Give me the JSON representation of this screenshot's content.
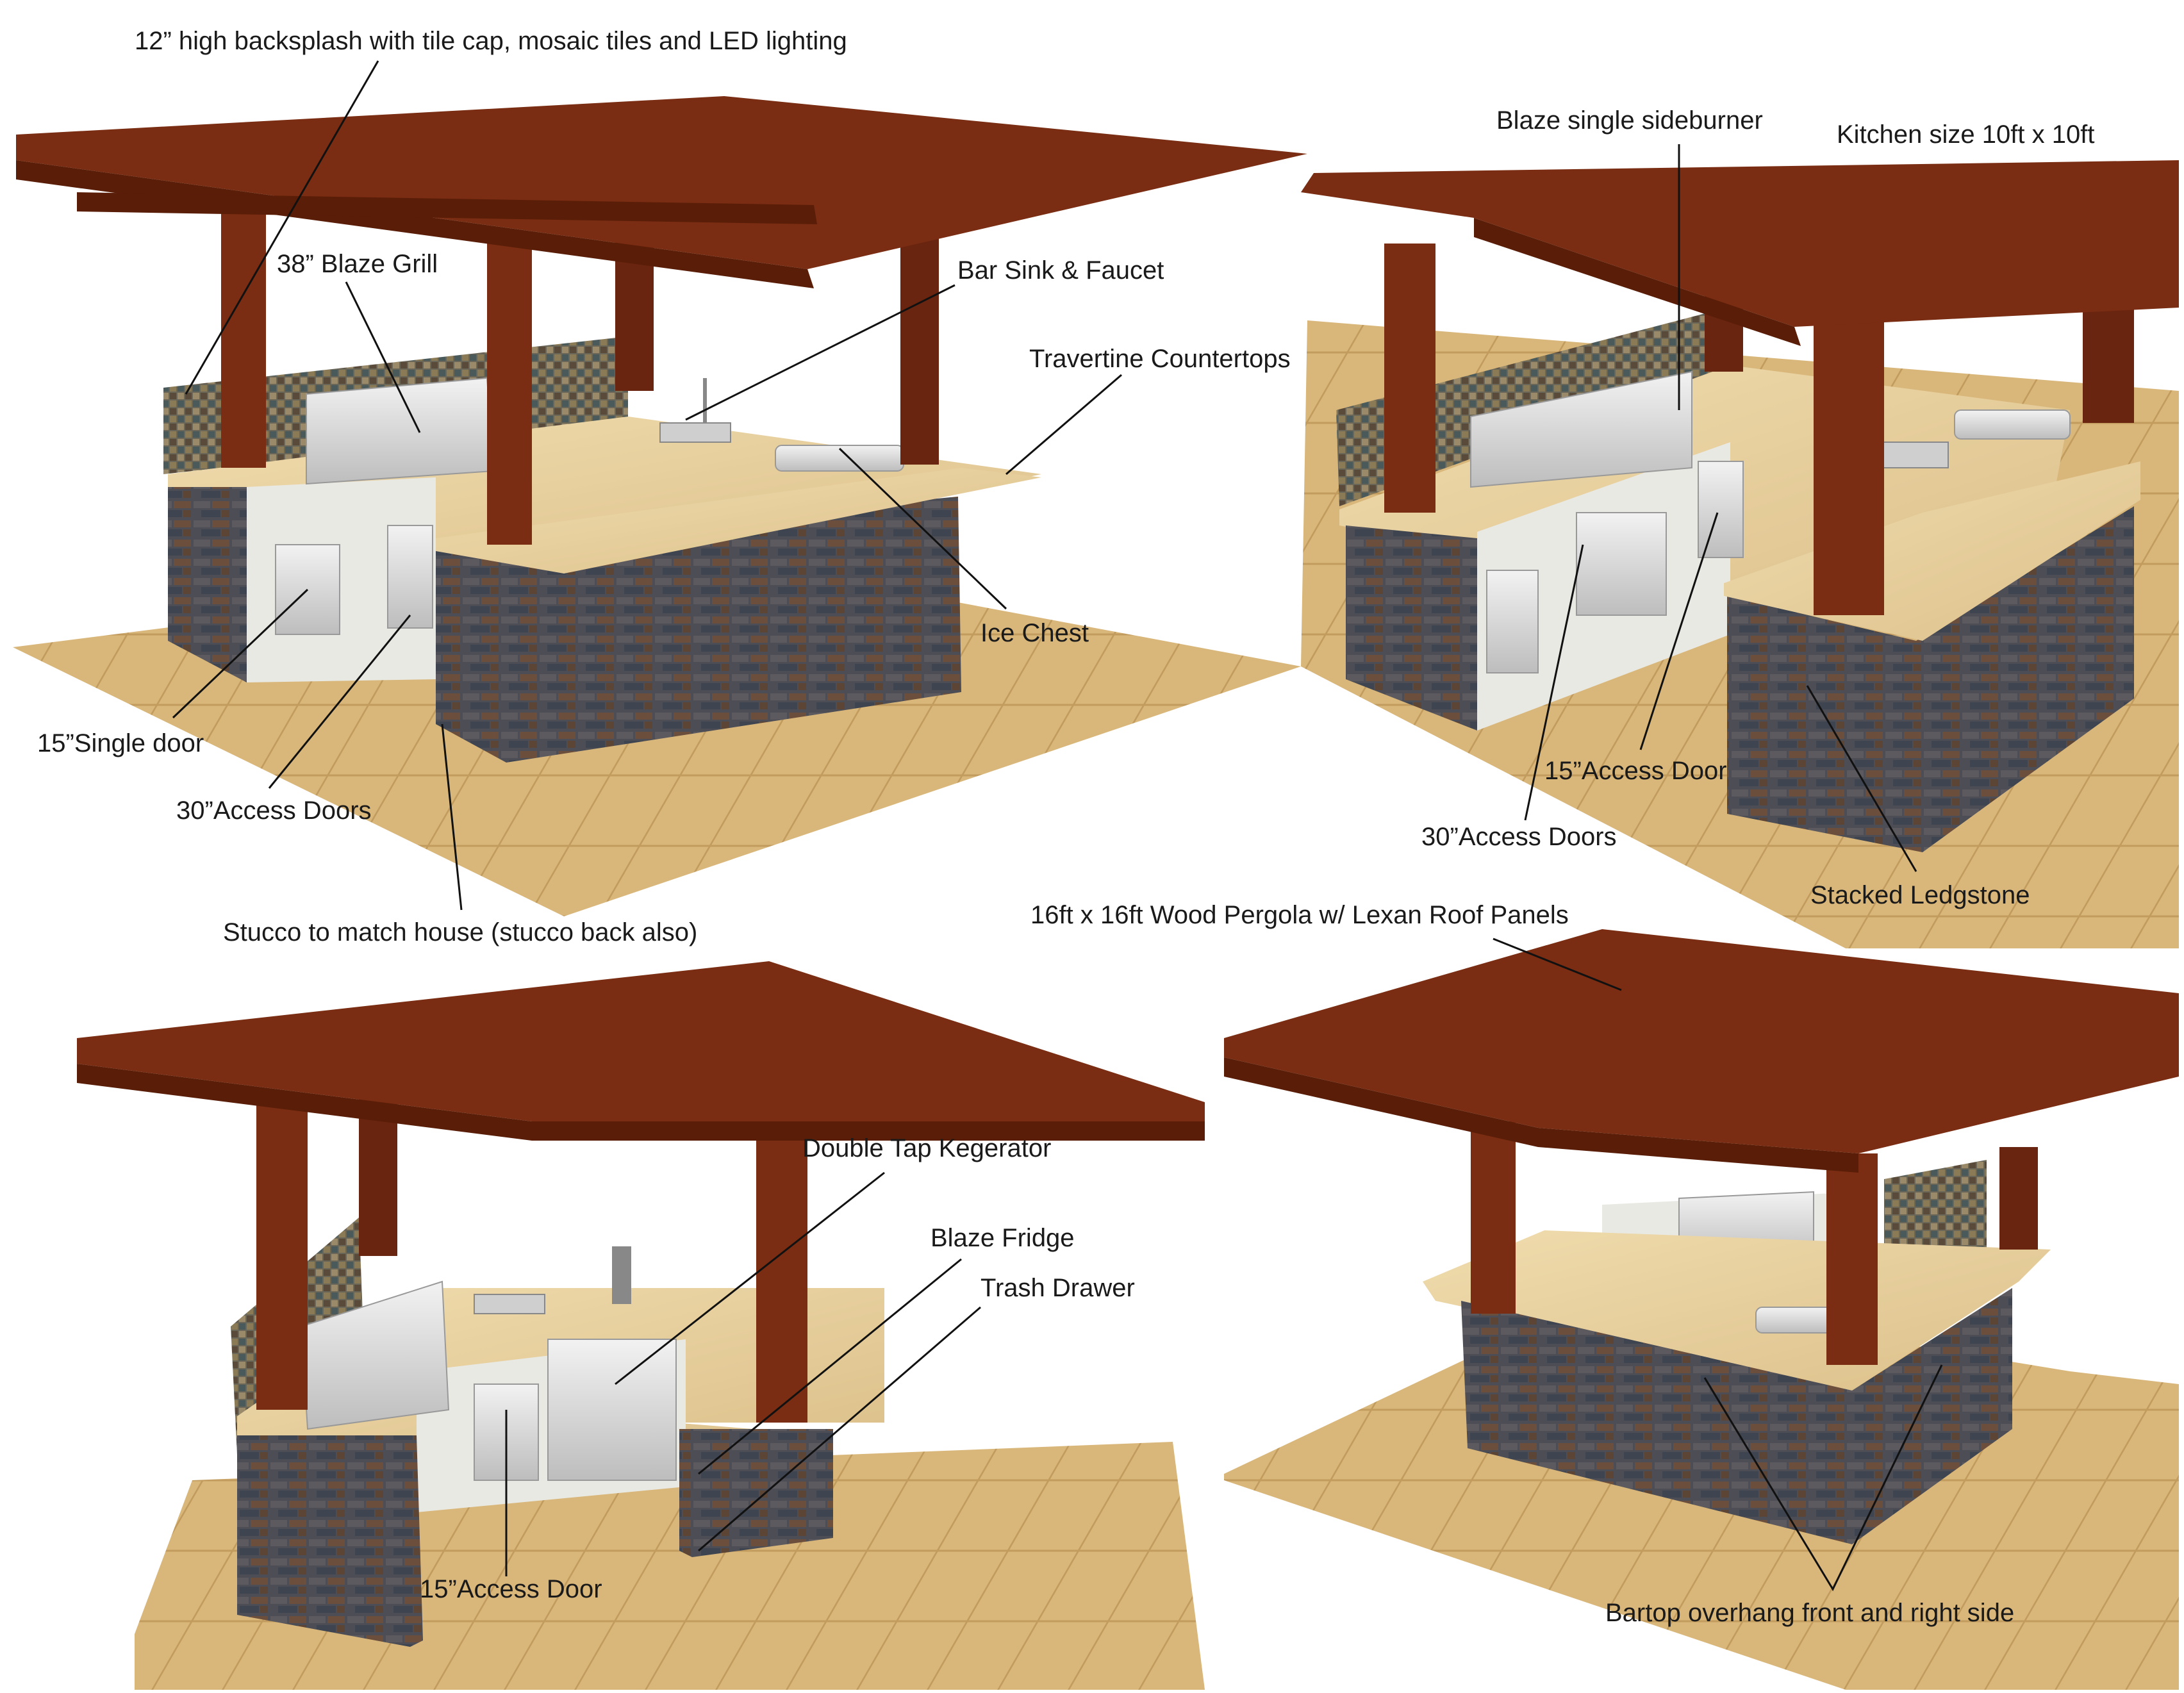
{
  "labels": {
    "backsplash": "12” high backsplash with tile cap, mosaic tiles and LED lighting",
    "grill": "38” Blaze Grill",
    "bar_sink": "Bar Sink & Faucet",
    "countertops": "Travertine Countertops",
    "ice_chest": "Ice Chest",
    "single_door": "15”Single door",
    "access_doors_30_a": "30”Access Doors",
    "stucco": "Stucco to match house (stucco back also)",
    "sideburner": "Blaze single sideburner",
    "kitchen_size": "Kitchen size 10ft x 10ft",
    "access_door_15_a": "15”Access Door",
    "access_doors_30_b": "30”Access Doors",
    "ledgestone": "Stacked Ledgstone",
    "pergola": "16ft x 16ft Wood Pergola w/ Lexan Roof Panels",
    "kegerator": "Double Tap Kegerator",
    "fridge": "Blaze Fridge",
    "trash_drawer": "Trash Drawer",
    "access_door_15_b": "15”Access Door",
    "bartop": "Bartop overhang front and right side"
  },
  "colors": {
    "wood": "#7a2d12",
    "wood_dark": "#5a1d08",
    "stone": "#4a4a52",
    "countertop": "#e8cf98",
    "floor": "#d9b77a",
    "steel": "#d9d9d9",
    "stucco": "#e9e9e4",
    "label": "#1a1a1a"
  }
}
